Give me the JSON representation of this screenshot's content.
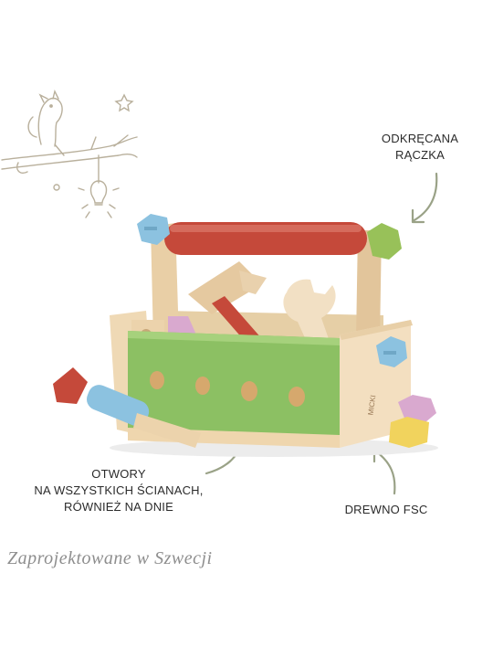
{
  "labels": {
    "handle": {
      "line1": "ODKRĘCANA",
      "line2": "RĄCZKA"
    },
    "holes": {
      "line1": "OTWORY",
      "line2": "NA WSZYSTKICH ŚCIANACH,",
      "line3": "RÓWNIEŻ NA DNIE"
    },
    "fsc": "DREWNO FSC"
  },
  "tagline": "Zaprojektowane w Szwecji",
  "brand": "MICKI",
  "colors": {
    "text": "#2b2b2b",
    "tagline": "#8e8e8e",
    "sketch": "#b9b09c",
    "wood": "#ecd3ac",
    "green": "#8cc063",
    "red": "#c5493a",
    "blue": "#8cc2e0",
    "pink": "#d9a9cf",
    "yellow": "#f1d35d"
  }
}
